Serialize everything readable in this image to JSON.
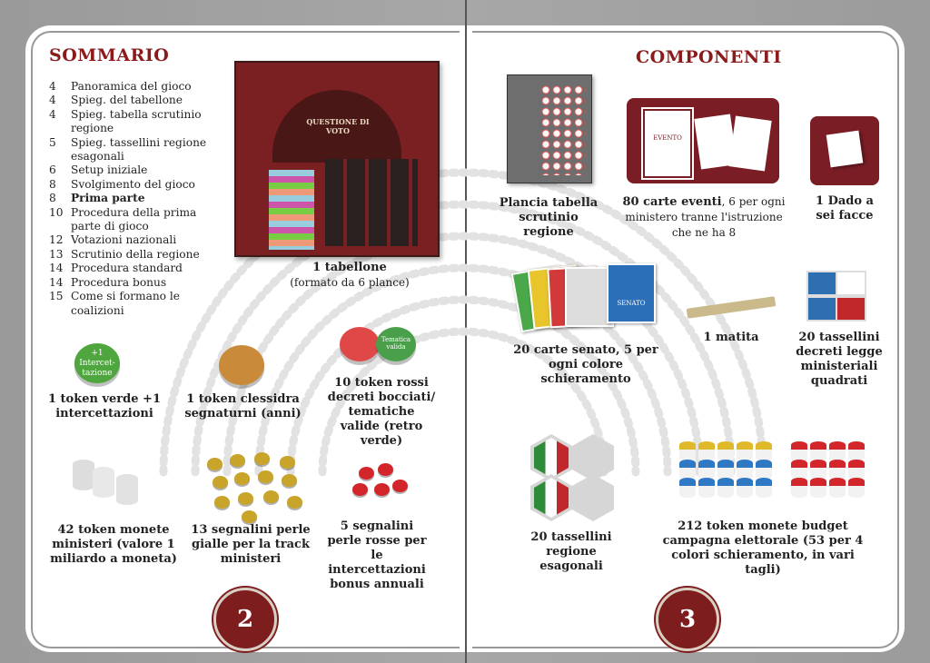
{
  "left_page": {
    "title": "SOMMARIO",
    "toc": [
      {
        "n": "4",
        "text": "Panoramica del gioco",
        "bold": false
      },
      {
        "n": "4",
        "text": "Spieg. del tabellone",
        "bold": false
      },
      {
        "n": "4",
        "text": "Spieg. tabella scrutinio regione",
        "bold": false
      },
      {
        "n": "5",
        "text": "Spieg. tassellini regione esagonali",
        "bold": false
      },
      {
        "n": "6",
        "text": "Setup iniziale",
        "bold": false
      },
      {
        "n": "8",
        "text": "Svolgimento del gioco",
        "bold": false
      },
      {
        "n": "8",
        "text": "Prima parte",
        "bold": true
      },
      {
        "n": "10",
        "text": "Procedura della prima parte di gioco",
        "bold": false
      },
      {
        "n": "12",
        "text": "Votazioni nazionali",
        "bold": false
      },
      {
        "n": "13",
        "text": "Scrutinio della regione",
        "bold": false
      },
      {
        "n": "14",
        "text": "Procedura standard",
        "bold": false
      },
      {
        "n": "14",
        "text": "Procedura bonus",
        "bold": false
      },
      {
        "n": "15",
        "text": "Come si formano le coalizioni",
        "bold": false
      }
    ],
    "board_caption": "1 tabellone",
    "board_subcaption": "(formato da 6 plance)",
    "board_label": "QUESTIONE DI VOTO",
    "token_green_text": "+1 Intercet-tazione",
    "token_green_caption": "1 token verde +1 intercettazioni",
    "token_hourglass_caption": "1 token clessidra segnaturni (anni)",
    "token_red_caption": "10 token rossi decreti bocciati/ tematiche valide (retro verde)",
    "token_red_back_text": "Tematica valida",
    "coins_caption": "42 token monete ministeri (valore 1 miliardo a moneta)",
    "yellow_caption": "13 segnalini perle gialle per la track ministeri",
    "red_pearls_caption": "5 segnalini perle rosse per le intercettazioni bonus annuali",
    "page_number": "2"
  },
  "right_page": {
    "title": "COMPONENTI",
    "sheet_caption": "Plancia tabella scrutinio regione",
    "cards_caption_bold": "80 carte eventi",
    "cards_caption_rest": ", 6 per ogni ministero tranne l'istruzione che ne ha 8",
    "event_card_label": "EVENTO",
    "die_caption": "1 Dado a sei facce",
    "senate_caption": "20 carte senato, 5 per ogni colore schieramento",
    "senate_card_label": "SENATO",
    "pencil_caption": "1 matita",
    "decrees_caption": "20 tassellini decreti legge ministeriali quadrati",
    "hex_caption": "20 tassellini regione esagonali",
    "budget_caption": "212 token monete budget campagna elettorale (53 per 4 colori schieramento, in vari tagli)",
    "page_number": "3"
  },
  "colors": {
    "accent": "#8b1b1b",
    "page_number_bg": "#7e1d1d"
  }
}
